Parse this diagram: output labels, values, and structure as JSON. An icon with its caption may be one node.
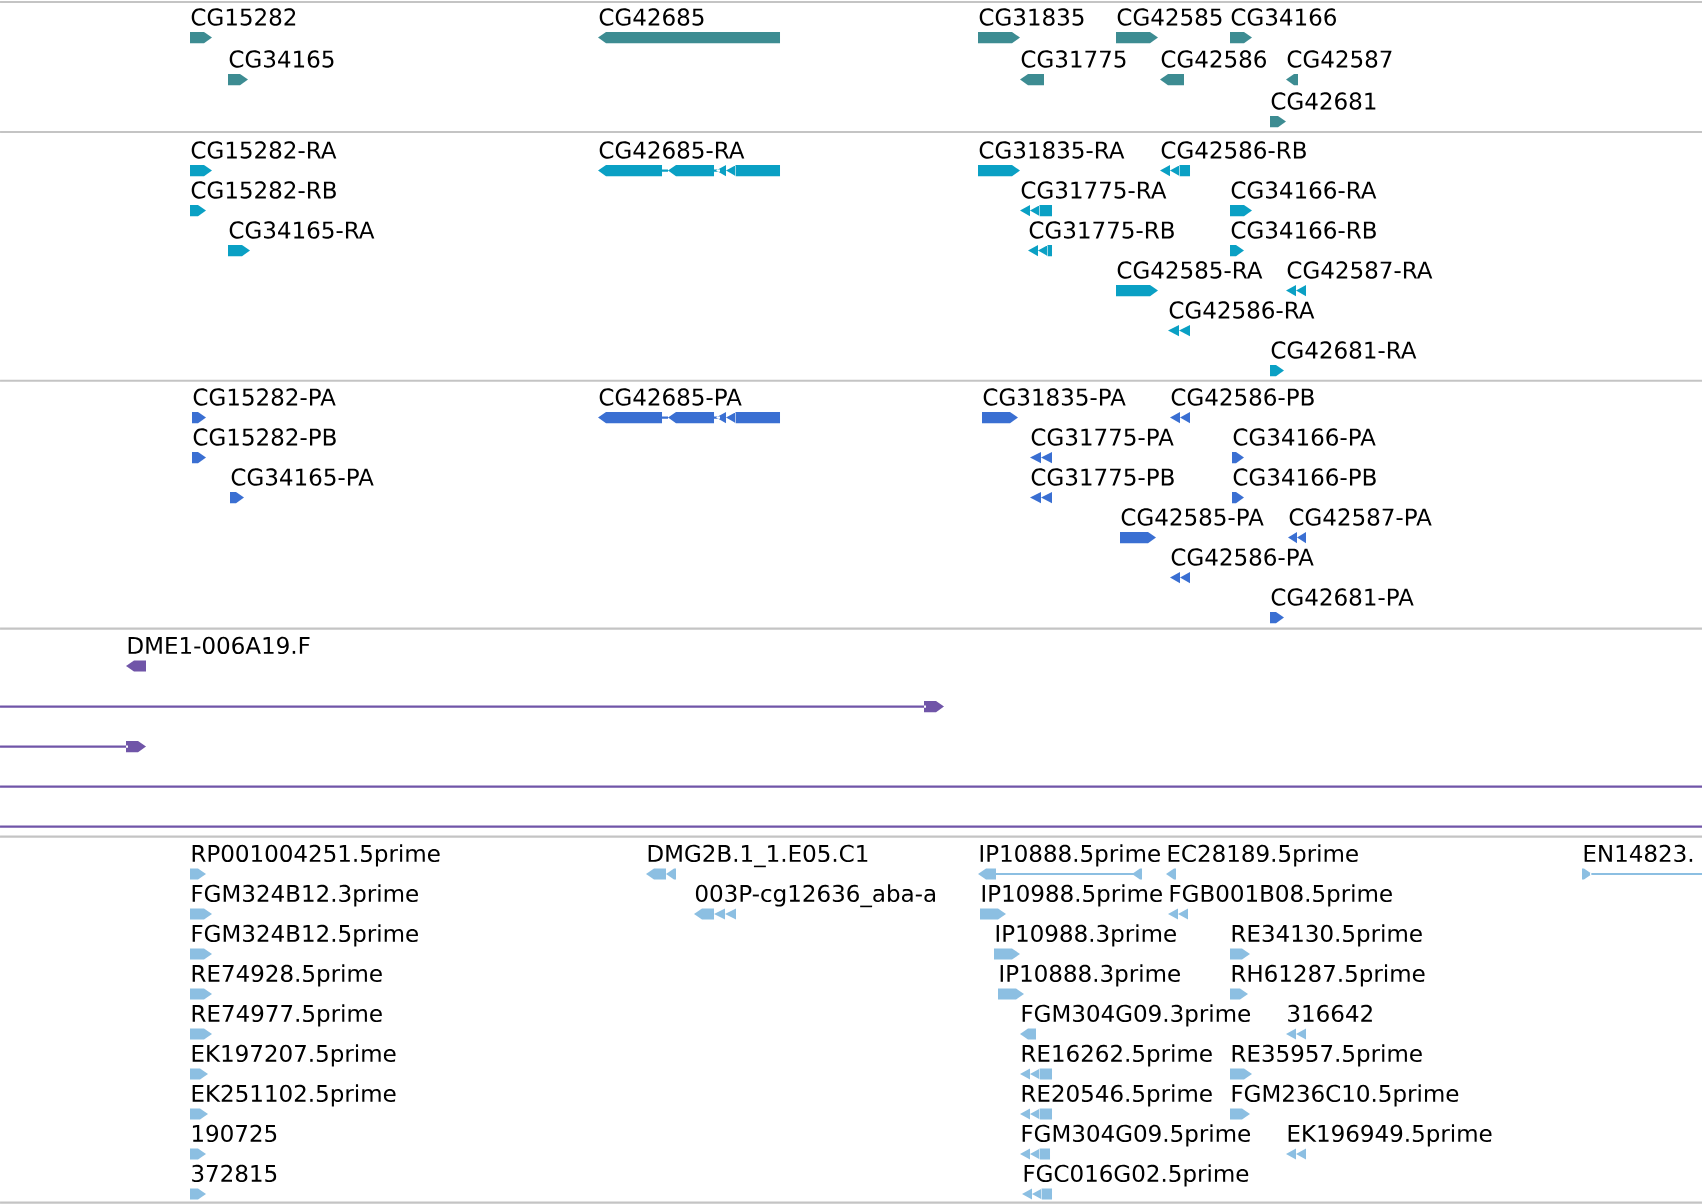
{
  "diagram": {
    "labels": [
      "CG15282",
      "CG42685",
      "CG31835",
      "CG42585",
      "CG34166",
      "CG34165",
      "CG31775",
      "CG42586",
      "CG42587",
      "CG42681",
      "CG15282-RA",
      "CG42685-RA",
      "CG31835-RA",
      "CG42586-RB",
      "CG15282-RB",
      "CG31775-RA",
      "CG34166-RA",
      "CG34165-RA",
      "CG31775-RB",
      "CG34166-RB",
      "CG42585-RA",
      "CG42587-RA",
      "CG42586-RA",
      "CG42681-RA",
      "CG15282-PA",
      "CG42685-PA",
      "CG31835-PA",
      "CG42586-PB",
      "CG15282-PB",
      "CG31775-PA",
      "CG34166-PA",
      "CG34165-PA",
      "CG31775-PB",
      "CG34166-PB",
      "CG42585-PA",
      "CG42587-PA",
      "CG42586-PA",
      "CG42681-PA",
      "DME1-006A19.F",
      "RP001004251.5prime",
      "DMG2B.1_1.E05.C1",
      "IP10888.5prime",
      "EC28189.5prime",
      "EN14823.",
      "FGM324B12.3prime",
      "003P-cg12636_aba-a",
      "IP10988.5prime",
      "FGB001B08.5prime",
      "FGM324B12.5prime",
      "IP10988.3prime",
      "RE34130.5prime",
      "RE74928.5prime",
      "IP10888.3prime",
      "RH61287.5prime",
      "RE74977.5prime",
      "FGM304G09.3prime",
      "316642",
      "EK197207.5prime",
      "RE16262.5prime",
      "RE35957.5prime",
      "EK251102.5prime",
      "RE20546.5prime",
      "FGM236C10.5prime",
      "190725",
      "FGM304G09.5prime",
      "EK196949.5prime",
      "372815",
      "FGC016G02.5prime"
    ]
  }
}
